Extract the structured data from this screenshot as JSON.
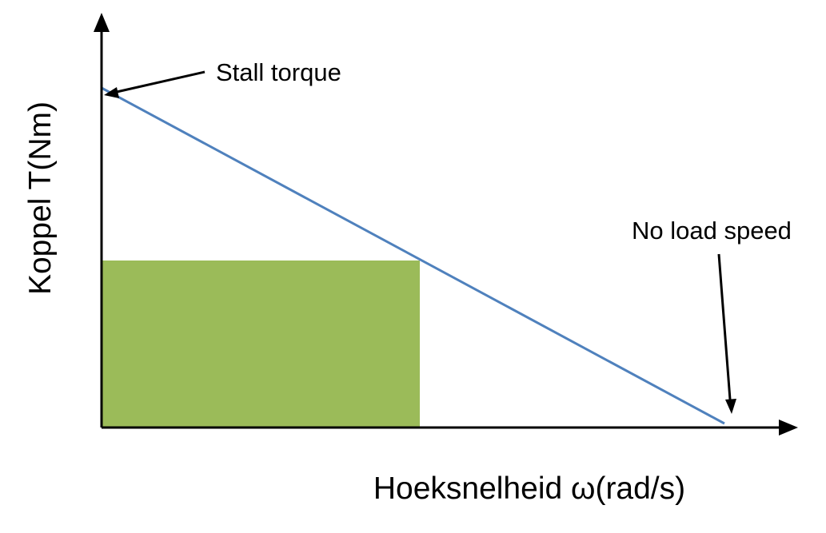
{
  "diagram": {
    "annotations": {
      "stall_torque": "Stall torque",
      "no_load_speed": "No load speed"
    },
    "axes": {
      "ylabel": "Koppel T(Nm)",
      "xlabel": "Hoeksnelheid ω(rad/s)"
    },
    "colors": {
      "line": "#4f81bd",
      "area": "#9bbb59",
      "axis": "#000000"
    }
  }
}
